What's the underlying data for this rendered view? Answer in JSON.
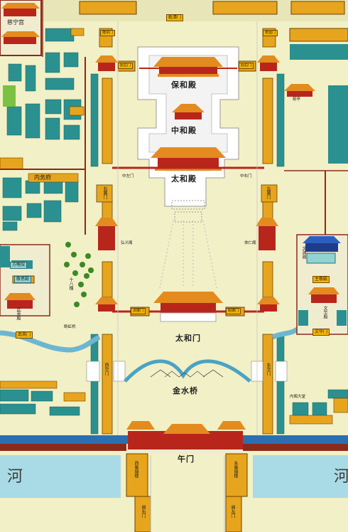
{
  "labels": {
    "baohe_dian": "保和殿",
    "zhonghe_dian": "中和殿",
    "taihe_dian": "太和殿",
    "taihe_men": "太和门",
    "jinshui_qiao": "金水桥",
    "wu_men": "午门",
    "qianqing_men": "乾清门",
    "shouning_gong": "慈宁宫",
    "neiwu_fu": "内务府",
    "hongyi_ge": "弘义阁",
    "tiren_ge": "体仁阁",
    "wuying_dian": "武英殿",
    "jingsi_dian": "敬思殿",
    "fanglue_guan": "方略馆",
    "wenhua_dian": "文华殿",
    "zhujing_dian": "主敬殿",
    "wenyuan_ge": "文渊阁",
    "jianting": "箭亭",
    "chu_xiu_an": "十八槐",
    "duanhong_qiao": "断虹桥",
    "longzong_men": "隆宗门",
    "jingyun_men": "景运门",
    "houzuo_men": "后左门",
    "houyou_men": "后右门",
    "zhongzuo_men": "中左门",
    "zhongyou_men": "中右门",
    "youyi_men": "右翼门",
    "zuoyi_men": "左翼门",
    "zhendu_men": "贞度门",
    "zhaode_men": "昭德门",
    "xihua_men": "西华门",
    "donghua_men": "东华门",
    "xiyan_men": "协和门",
    "xihe_men": "熙和门",
    "xi_yanchi_lou": "西雁翅楼",
    "dong_yanchi_lou": "东雁翅楼",
    "que_zuo_men": "阙左门",
    "que_you_men": "阙右门",
    "wuying_men": "武英门",
    "wenhua_men": "文华门",
    "river_left": "河",
    "river_right": "河",
    "neige_datang": "内阁大堂"
  }
}
